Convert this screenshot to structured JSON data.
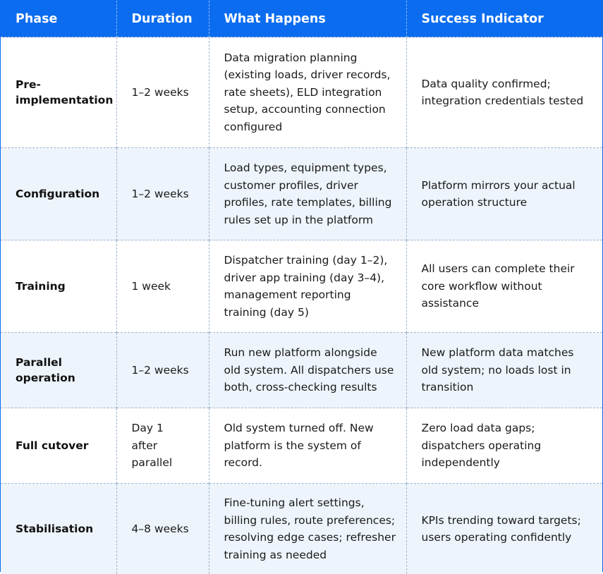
{
  "headers": [
    "Phase",
    "Duration",
    "What Happens",
    "Success Indicator"
  ],
  "rows": [
    {
      "phase": "Pre-\nimplementation",
      "duration": "1–2 weeks",
      "what": "Data migration planning (existing loads, driver records, rate sheets), ELD integration setup, accounting connection configured",
      "success": "Data quality confirmed; integration credentials tested"
    },
    {
      "phase": "Configuration",
      "duration": "1–2 weeks",
      "what": "Load types, equipment types, customer profiles, driver profiles, rate templates, billing rules set up in the platform",
      "success": "Platform mirrors your actual operation structure"
    },
    {
      "phase": "Training",
      "duration": "1 week",
      "what": "Dispatcher training (day 1–2), driver app training (day 3–4), management reporting training (day 5)",
      "success": "All users can complete their core workflow without assistance"
    },
    {
      "phase": "Parallel operation",
      "duration": "1–2 weeks",
      "what": "Run new platform alongside old system. All dispatchers use both, cross-checking results",
      "success": "New platform data matches old system; no loads lost in transition"
    },
    {
      "phase": "Full cutover",
      "duration": "Day 1 after parallel",
      "what": "Old system turned off. New platform is the system of record.",
      "success": "Zero load data gaps; dispatchers operating independently"
    },
    {
      "phase": "Stabilisation",
      "duration": "4–8 weeks",
      "what": "Fine-tuning alert settings, billing rules, route preferences; resolving edge cases; refresher training as needed",
      "success": "KPIs trending toward targets; users operating confidently"
    }
  ]
}
